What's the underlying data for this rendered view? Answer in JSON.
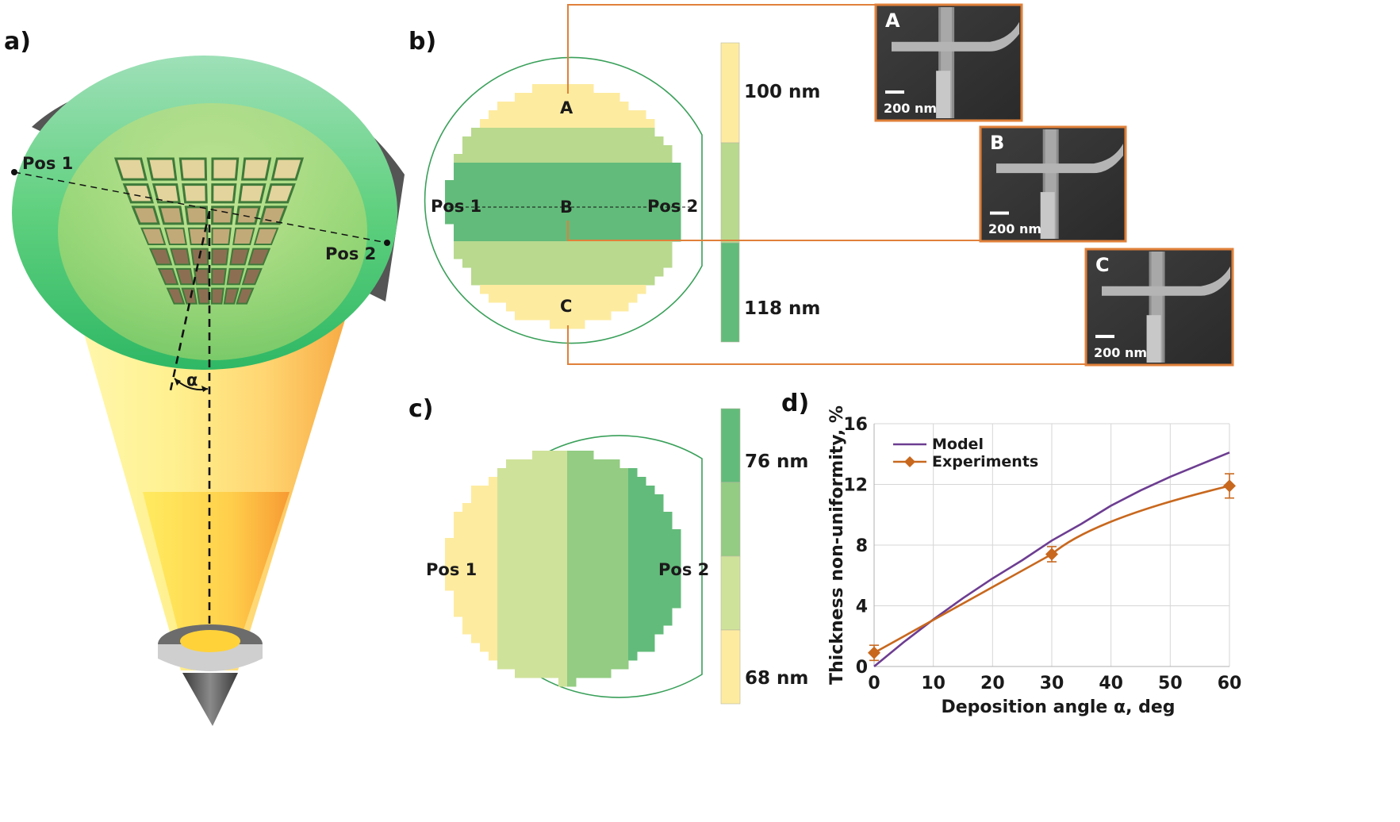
{
  "panels": {
    "a": {
      "label": "a)",
      "pos1": "Pos 1",
      "pos2": "Pos 2",
      "angle": "α"
    },
    "b": {
      "label": "b)",
      "pos1": "Pos 1",
      "pos2": "Pos 2",
      "point_a": "A",
      "point_b": "B",
      "point_c": "C",
      "colorbar_top": "100 nm",
      "colorbar_bottom": "118 nm",
      "insets": [
        {
          "letter": "A",
          "scale": "200 nm"
        },
        {
          "letter": "B",
          "scale": "200 nm"
        },
        {
          "letter": "C",
          "scale": "200 nm"
        }
      ]
    },
    "c": {
      "label": "c)",
      "pos1": "Pos 1",
      "pos2": "Pos 2",
      "colorbar_top": "76 nm",
      "colorbar_bottom": "68 nm"
    },
    "d": {
      "label": "d)"
    }
  },
  "colors": {
    "yellow": "#fdeba0",
    "light_green": "#b8d98e",
    "mid_green": "#93cc82",
    "dark_green": "#62bb7a",
    "accent_orange": "#e0803a",
    "model_purple": "#6d3d91",
    "experiment_orange": "#c8681e"
  },
  "chart_data": {
    "type": "line",
    "xlabel": "Deposition angle α, deg",
    "ylabel": "Thickness non-uniformity, %",
    "xlim": [
      0,
      60
    ],
    "ylim": [
      0,
      16
    ],
    "xticks": [
      0,
      10,
      20,
      30,
      40,
      50,
      60
    ],
    "yticks": [
      0,
      4,
      8,
      12,
      16
    ],
    "grid": true,
    "legend": "top-left",
    "series": [
      {
        "name": "Model",
        "color": "#6d3d91",
        "x": [
          0,
          5,
          10,
          15,
          20,
          25,
          30,
          35,
          40,
          45,
          50,
          55,
          60
        ],
        "y": [
          0,
          1.6,
          3.1,
          4.5,
          5.8,
          7.0,
          8.3,
          9.4,
          10.6,
          11.6,
          12.5,
          13.3,
          14.1
        ]
      },
      {
        "name": "Experiments",
        "color": "#c8681e",
        "x": [
          0,
          30,
          60
        ],
        "y": [
          0.9,
          7.4,
          11.9
        ],
        "err": [
          0.5,
          0.5,
          0.8
        ]
      }
    ]
  }
}
